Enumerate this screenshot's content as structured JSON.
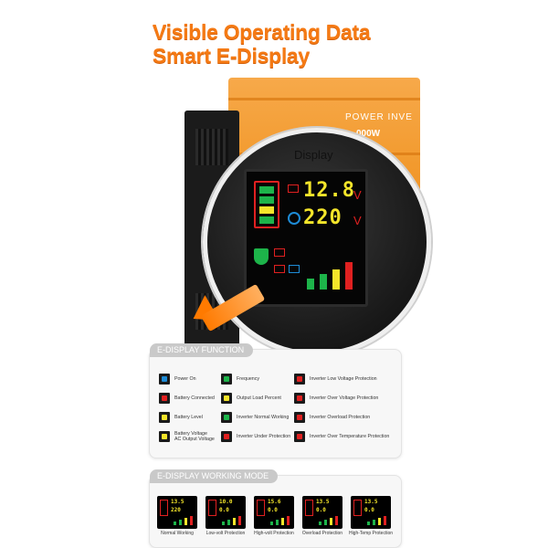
{
  "headline": {
    "line1": "Visible Operating Data",
    "line2": "Smart E-Display"
  },
  "product": {
    "brand_text": "POWER INVE",
    "watt_text": "000W",
    "lens_label": "Display",
    "screen": {
      "value1": "12.8",
      "value2": "220",
      "unit": "V"
    }
  },
  "function_section": {
    "title": "E-DISPLAY FUNCTION",
    "items": [
      {
        "label": "Power On",
        "icon": "power-icon",
        "color": "#1e8bd6"
      },
      {
        "label": "Battery Connected",
        "icon": "battery-connected-icon",
        "color": "#e02020"
      },
      {
        "label": "Battery Level",
        "icon": "battery-level-icon",
        "color": "#f4e52a"
      },
      {
        "label": "Battery Voltage\nAC Output Voltage",
        "icon": "voltage-icon",
        "color": "#f4e52a"
      },
      {
        "label": "Frequency",
        "icon": "frequency-icon",
        "color": "#1db44a"
      },
      {
        "label": "Output Load Percent",
        "icon": "load-icon",
        "color": "#f4e52a"
      },
      {
        "label": "Inverter Normal Working",
        "icon": "shield-icon",
        "color": "#1db44a"
      },
      {
        "label": "Inverter Under Protection",
        "icon": "protection-icon",
        "color": "#e02020"
      },
      {
        "label": "Inverter Low Voltage Protection",
        "icon": "low-voltage-icon",
        "color": "#e02020"
      },
      {
        "label": "Inverter Over Voltage Protection",
        "icon": "over-voltage-icon",
        "color": "#e02020"
      },
      {
        "label": "Inverter Overload Protection",
        "icon": "overload-icon",
        "color": "#e02020"
      },
      {
        "label": "Inverter Over Temperature Protection",
        "icon": "temperature-icon",
        "color": "#e02020"
      }
    ]
  },
  "mode_section": {
    "title": "E-DISPLAY WORKING MODE",
    "modes": [
      {
        "label": "Normal Working",
        "v1": "13.5",
        "v2": "220"
      },
      {
        "label": "Low-volt Protection",
        "v1": "10.0",
        "v2": "0.0"
      },
      {
        "label": "High-volt Protection",
        "v1": "15.6",
        "v2": "0.0"
      },
      {
        "label": "Overload Protection",
        "v1": "13.5",
        "v2": "0.0"
      },
      {
        "label": "High-Temp Protection",
        "v1": "13.5",
        "v2": "0.0"
      }
    ]
  },
  "colors": {
    "accent": "#f57a14",
    "red": "#e02020",
    "yellow": "#f4e52a",
    "green": "#1db44a",
    "blue": "#1e8bd6"
  }
}
